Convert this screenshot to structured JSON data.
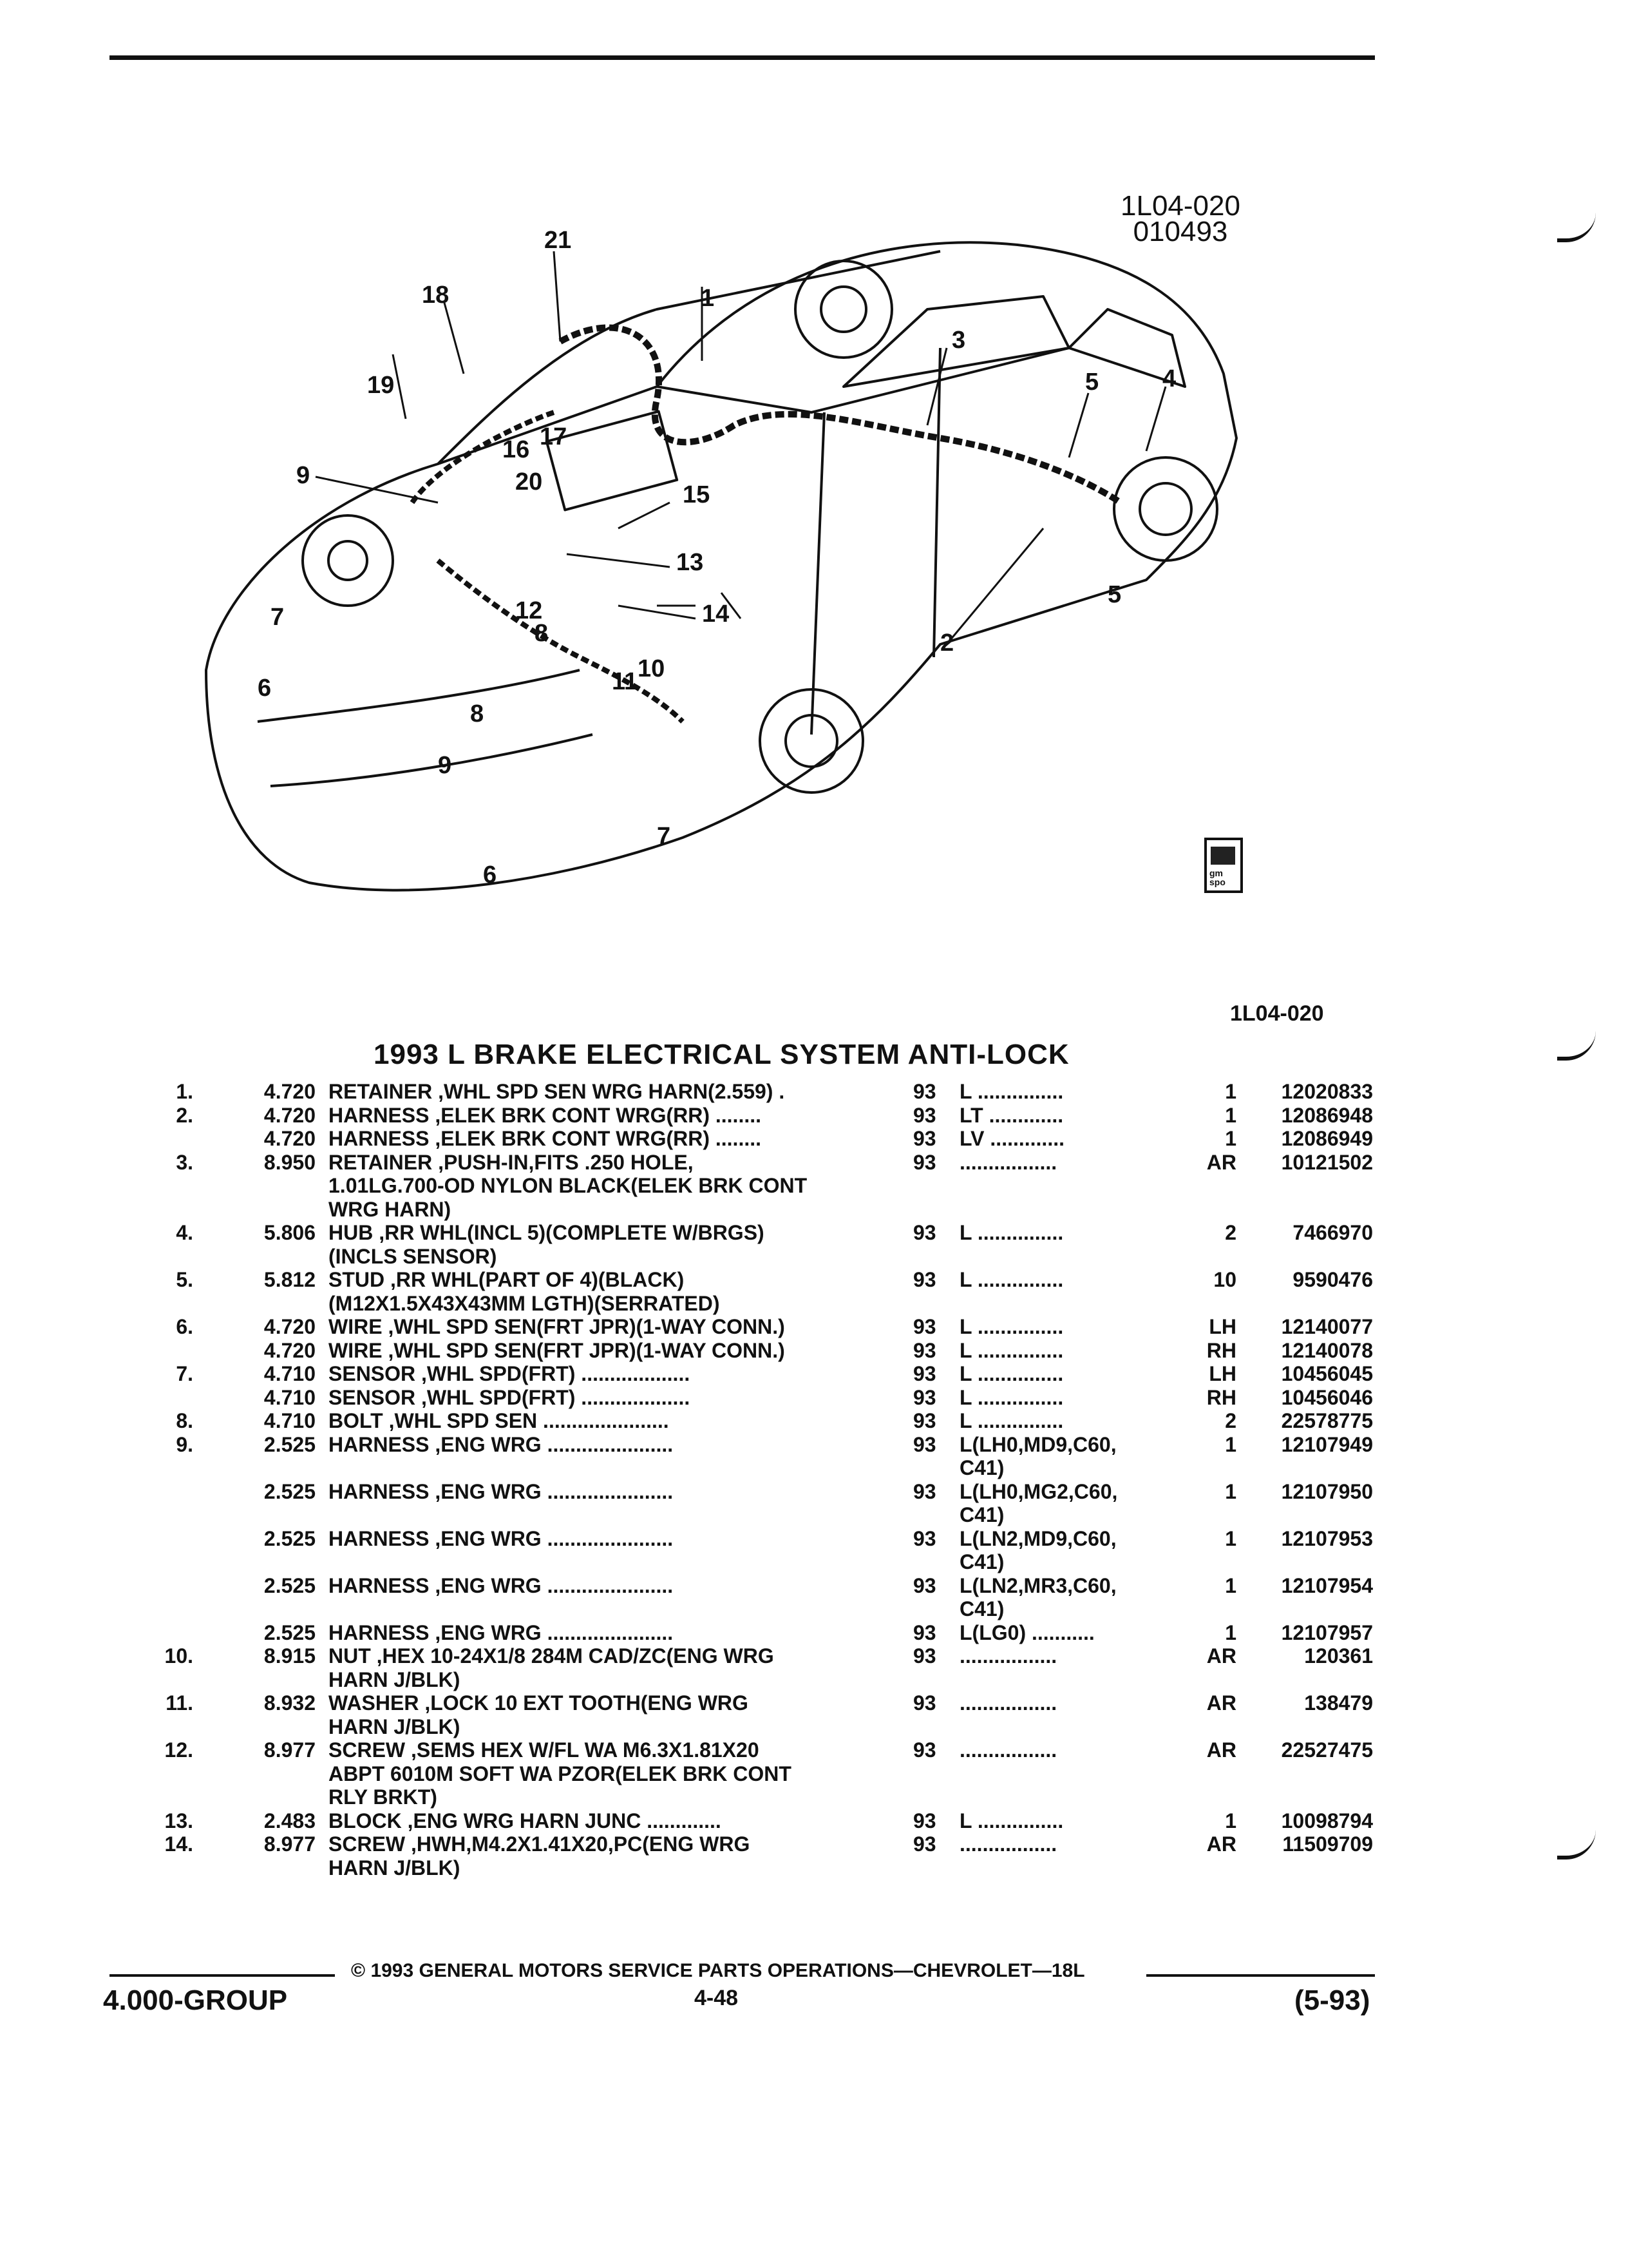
{
  "figure": {
    "id_line1": "1L04-020",
    "id_line2": "010493",
    "callouts": [
      "21",
      "18",
      "1",
      "19",
      "3",
      "5",
      "4",
      "16",
      "17",
      "9",
      "20",
      "15",
      "13",
      "7",
      "12",
      "14",
      "8",
      "11",
      "10",
      "6",
      "2",
      "5",
      "8",
      "9",
      "7",
      "6"
    ],
    "logo_text": "gm spo"
  },
  "section_code": "1L04-020",
  "title": "1993 L BRAKE ELECTRICAL SYSTEM ANTI-LOCK",
  "rows": [
    {
      "ref": "1.",
      "grp": "4.720",
      "desc": "RETAINER ,WHL SPD SEN WRG HARN(2.559)  .",
      "yr": "93",
      "usage": "L  ...............",
      "qty": "1",
      "pn": "12020833"
    },
    {
      "ref": "2.",
      "grp": "4.720",
      "desc": "HARNESS ,ELEK BRK CONT WRG(RR)  ........",
      "yr": "93",
      "usage": "LT  .............",
      "qty": "1",
      "pn": "12086948"
    },
    {
      "ref": "",
      "grp": "4.720",
      "desc": "HARNESS ,ELEK BRK CONT WRG(RR)  ........",
      "yr": "93",
      "usage": "LV  .............",
      "qty": "1",
      "pn": "12086949"
    },
    {
      "ref": "3.",
      "grp": "8.950",
      "desc": "RETAINER ,PUSH-IN,FITS .250 HOLE,",
      "yr": "93",
      "usage": "  .................",
      "qty": "AR",
      "pn": "10121502"
    },
    {
      "ref": "",
      "grp": "",
      "desc": "1.01LG.700-OD NYLON BLACK(ELEK BRK CONT",
      "yr": "",
      "usage": "",
      "qty": "",
      "pn": ""
    },
    {
      "ref": "",
      "grp": "",
      "desc": "WRG HARN)",
      "yr": "",
      "usage": "",
      "qty": "",
      "pn": ""
    },
    {
      "ref": "4.",
      "grp": "5.806",
      "desc": "HUB ,RR WHL(INCL 5)(COMPLETE W/BRGS)",
      "yr": "93",
      "usage": "L  ...............",
      "qty": "2",
      "pn": "7466970"
    },
    {
      "ref": "",
      "grp": "",
      "desc": "(INCLS SENSOR)",
      "yr": "",
      "usage": "",
      "qty": "",
      "pn": ""
    },
    {
      "ref": "5.",
      "grp": "5.812",
      "desc": "STUD ,RR WHL(PART OF 4)(BLACK)",
      "yr": "93",
      "usage": "L  ...............",
      "qty": "10",
      "pn": "9590476"
    },
    {
      "ref": "",
      "grp": "",
      "desc": "(M12X1.5X43X43MM LGTH)(SERRATED)",
      "yr": "",
      "usage": "",
      "qty": "",
      "pn": ""
    },
    {
      "ref": "6.",
      "grp": "4.720",
      "desc": "WIRE ,WHL SPD SEN(FRT JPR)(1-WAY CONN.)",
      "yr": "93",
      "usage": "L  ...............",
      "qty": "LH",
      "pn": "12140077"
    },
    {
      "ref": "",
      "grp": "4.720",
      "desc": "WIRE ,WHL SPD SEN(FRT JPR)(1-WAY CONN.)",
      "yr": "93",
      "usage": "L  ...............",
      "qty": "RH",
      "pn": "12140078"
    },
    {
      "ref": "7.",
      "grp": "4.710",
      "desc": "SENSOR ,WHL SPD(FRT)  ...................",
      "yr": "93",
      "usage": "L  ...............",
      "qty": "LH",
      "pn": "10456045"
    },
    {
      "ref": "",
      "grp": "4.710",
      "desc": "SENSOR ,WHL SPD(FRT)  ...................",
      "yr": "93",
      "usage": "L  ...............",
      "qty": "RH",
      "pn": "10456046"
    },
    {
      "ref": "8.",
      "grp": "4.710",
      "desc": "BOLT ,WHL SPD SEN  ......................",
      "yr": "93",
      "usage": "L  ...............",
      "qty": "2",
      "pn": "22578775"
    },
    {
      "ref": "9.",
      "grp": "2.525",
      "desc": "HARNESS ,ENG WRG  ......................",
      "yr": "93",
      "usage": "L(LH0,MD9,C60,",
      "qty": "1",
      "pn": "12107949"
    },
    {
      "ref": "",
      "grp": "",
      "desc": "",
      "yr": "",
      "usage": "C41)",
      "qty": "",
      "pn": ""
    },
    {
      "ref": "",
      "grp": "2.525",
      "desc": "HARNESS ,ENG WRG  ......................",
      "yr": "93",
      "usage": "L(LH0,MG2,C60,",
      "qty": "1",
      "pn": "12107950"
    },
    {
      "ref": "",
      "grp": "",
      "desc": "",
      "yr": "",
      "usage": "C41)",
      "qty": "",
      "pn": ""
    },
    {
      "ref": "",
      "grp": "2.525",
      "desc": "HARNESS ,ENG WRG  ......................",
      "yr": "93",
      "usage": "L(LN2,MD9,C60,",
      "qty": "1",
      "pn": "12107953"
    },
    {
      "ref": "",
      "grp": "",
      "desc": "",
      "yr": "",
      "usage": "C41)",
      "qty": "",
      "pn": ""
    },
    {
      "ref": "",
      "grp": "2.525",
      "desc": "HARNESS ,ENG WRG  ......................",
      "yr": "93",
      "usage": "L(LN2,MR3,C60,",
      "qty": "1",
      "pn": "12107954"
    },
    {
      "ref": "",
      "grp": "",
      "desc": "",
      "yr": "",
      "usage": "C41)",
      "qty": "",
      "pn": ""
    },
    {
      "ref": "",
      "grp": "2.525",
      "desc": "HARNESS ,ENG WRG  ......................",
      "yr": "93",
      "usage": "L(LG0)  ...........",
      "qty": "1",
      "pn": "12107957"
    },
    {
      "ref": "10.",
      "grp": "8.915",
      "desc": "NUT ,HEX 10-24X1/8 284M CAD/ZC(ENG WRG",
      "yr": "93",
      "usage": "  .................",
      "qty": "AR",
      "pn": "120361"
    },
    {
      "ref": "",
      "grp": "",
      "desc": "HARN J/BLK)",
      "yr": "",
      "usage": "",
      "qty": "",
      "pn": ""
    },
    {
      "ref": "11.",
      "grp": "8.932",
      "desc": "WASHER ,LOCK 10 EXT TOOTH(ENG WRG",
      "yr": "93",
      "usage": "  .................",
      "qty": "AR",
      "pn": "138479"
    },
    {
      "ref": "",
      "grp": "",
      "desc": "HARN J/BLK)",
      "yr": "",
      "usage": "",
      "qty": "",
      "pn": ""
    },
    {
      "ref": "12.",
      "grp": "8.977",
      "desc": "SCREW ,SEMS HEX W/FL WA M6.3X1.81X20",
      "yr": "93",
      "usage": "  .................",
      "qty": "AR",
      "pn": "22527475"
    },
    {
      "ref": "",
      "grp": "",
      "desc": "ABPT 6010M SOFT WA PZOR(ELEK BRK CONT",
      "yr": "",
      "usage": "",
      "qty": "",
      "pn": ""
    },
    {
      "ref": "",
      "grp": "",
      "desc": "RLY BRKT)",
      "yr": "",
      "usage": "",
      "qty": "",
      "pn": ""
    },
    {
      "ref": "13.",
      "grp": "2.483",
      "desc": "BLOCK ,ENG WRG HARN JUNC  .............",
      "yr": "93",
      "usage": "L  ...............",
      "qty": "1",
      "pn": "10098794"
    },
    {
      "ref": "14.",
      "grp": "8.977",
      "desc": "SCREW ,HWH,M4.2X1.41X20,PC(ENG WRG",
      "yr": "93",
      "usage": "  .................",
      "qty": "AR",
      "pn": "11509709"
    },
    {
      "ref": "",
      "grp": "",
      "desc": "HARN J/BLK)",
      "yr": "",
      "usage": "",
      "qty": "",
      "pn": ""
    }
  ],
  "footer": {
    "copyright": "© 1993 GENERAL MOTORS SERVICE PARTS OPERATIONS—CHEVROLET—18L",
    "group": "4.000-GROUP",
    "page": "4-48",
    "date": "(5-93)"
  }
}
